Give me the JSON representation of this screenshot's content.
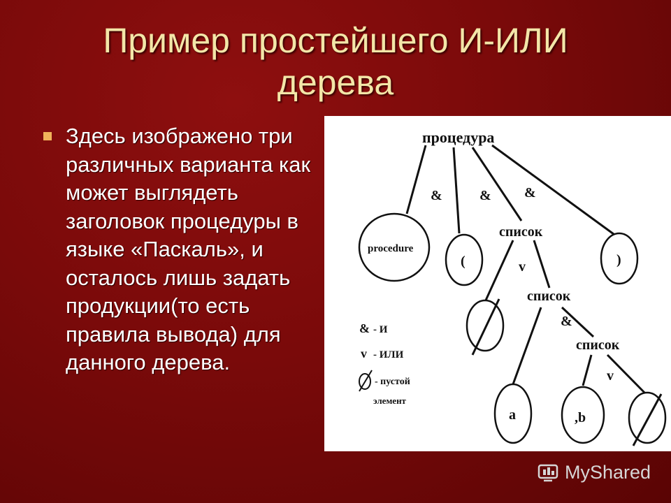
{
  "slide": {
    "title": "Пример простейшего И-ИЛИ\nдерева",
    "bullet": "Здесь изображено три различных варианта как может выглядеть заголовок процедуры в языке «Паскаль», и осталось лишь задать продукции(то есть правила вывода) для данного дерева.",
    "bullet_marker_color": "#f0b35a",
    "title_color": "#f3e6a8"
  },
  "diagram": {
    "root": "процедура",
    "list1": "список",
    "list2": "список",
    "list3": "список",
    "leaf_procedure": "procedure",
    "leaf_open_paren": "(",
    "leaf_close_paren": ")",
    "leaf_a": "a",
    "leaf_b": ",b",
    "and_label_1": "&",
    "and_label_2": "&",
    "and_label_3": "&",
    "and_label_4": "&",
    "or_label_1": "v",
    "or_label_2": "v",
    "legend": {
      "and_symbol": "&",
      "and_text": "- И",
      "or_symbol": "v",
      "or_text": "- ИЛИ",
      "empty_text": "- пустой",
      "empty_text_2": "элемент"
    }
  },
  "watermark": {
    "text": "MyShared",
    "icon": "myshared-logo-icon"
  }
}
